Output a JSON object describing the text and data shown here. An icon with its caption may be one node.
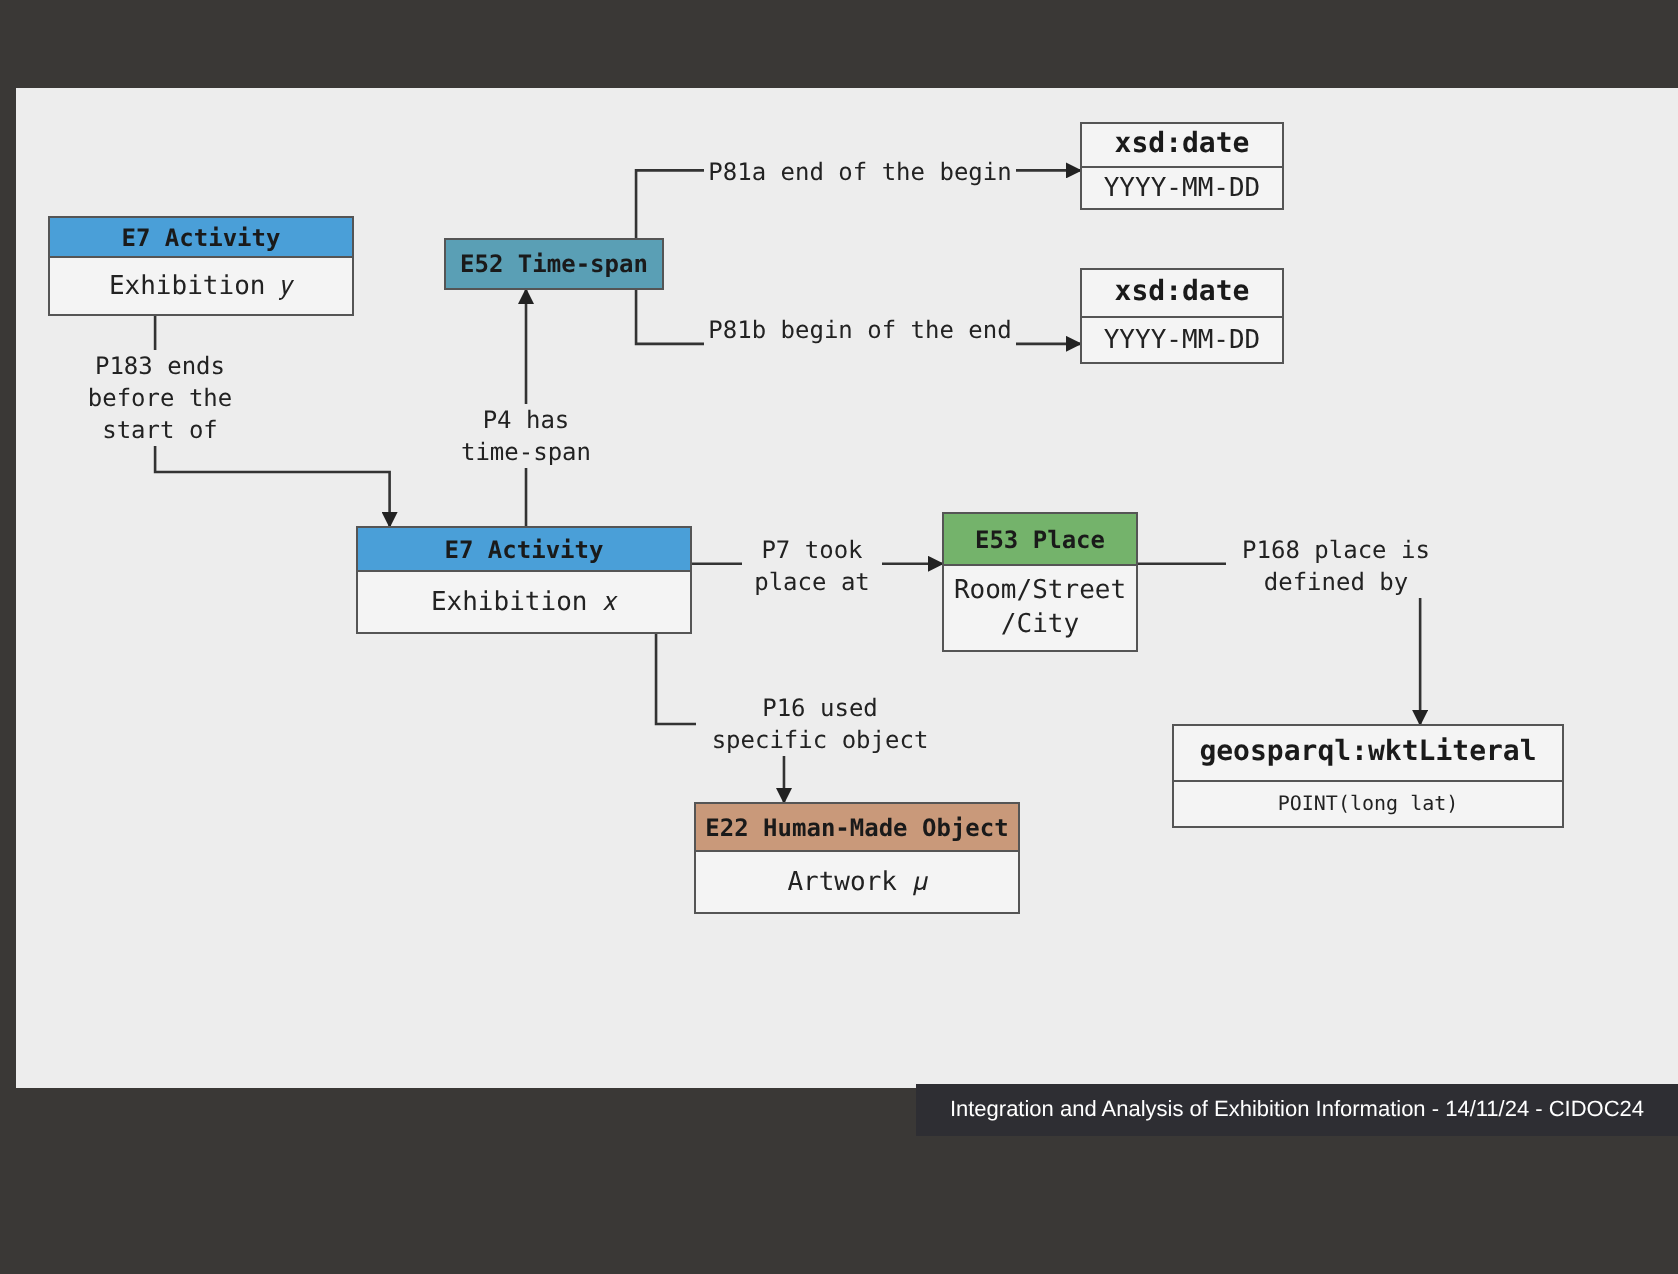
{
  "diagram": {
    "nodes": [
      {
        "text": [
          "E7 Activity",
          "Exhibition 𝑦"
        ]
      },
      {
        "text": [
          "E52 Time-span"
        ]
      },
      {
        "text": [
          "xsd:date",
          "YYYY-MM-DD"
        ]
      },
      {
        "text": [
          "xsd:date",
          "YYYY-MM-DD"
        ]
      },
      {
        "text": [
          "E7 Activity",
          "Exhibition 𝑥"
        ]
      },
      {
        "text": [
          "E53 Place",
          "Room/Street /City"
        ]
      },
      {
        "text": [
          "E22 Human-Made Object",
          "Artwork 𝜇"
        ]
      },
      {
        "text": [
          "geosparql:wktLiteral",
          "POINT(long lat)"
        ]
      }
    ],
    "edges": [
      {
        "from": 0,
        "to": 4,
        "arrow": "to",
        "label": "P183 ends before the start of"
      },
      {
        "from": 4,
        "to": 1,
        "arrow": "to",
        "label": "P4 has time-span"
      },
      {
        "from": 1,
        "to": 2,
        "arrow": "to",
        "label": "P81a end of the begin"
      },
      {
        "from": 1,
        "to": 3,
        "arrow": "to",
        "label": "P81b begin of the end"
      },
      {
        "from": 4,
        "to": 5,
        "arrow": "to",
        "label": "P7 took place at"
      },
      {
        "from": 4,
        "to": 6,
        "arrow": "to",
        "label": "P16 used specific object"
      },
      {
        "from": 5,
        "to": 7,
        "arrow": "to",
        "label": "P168 place is defined by"
      }
    ],
    "labels": [
      "Integration and Analysis of Exhibition Information - 14/11/24 - CIDOC24"
    ]
  }
}
